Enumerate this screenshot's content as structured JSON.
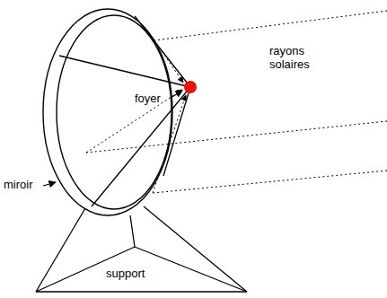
{
  "diagram": {
    "labels": [
      "foyer",
      "rayons solaires",
      "miroir",
      "support"
    ]
  }
}
